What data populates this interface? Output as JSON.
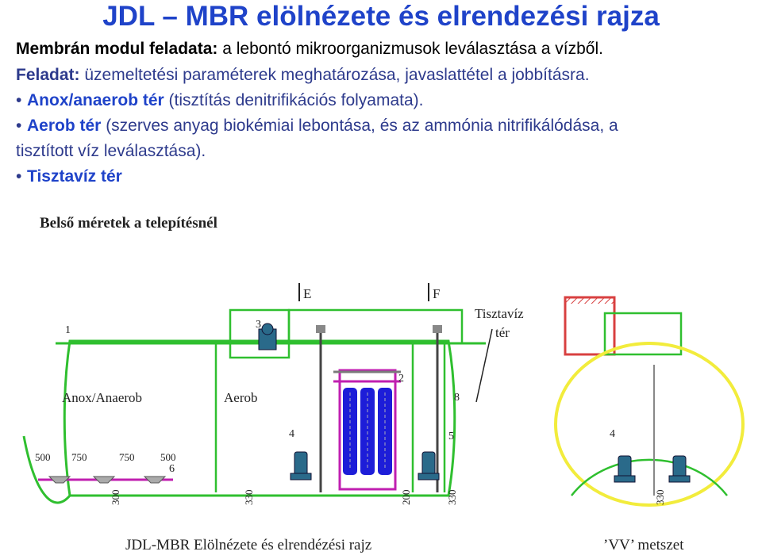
{
  "title": "JDL – MBR elölnézete és elrendezési rajza",
  "text": {
    "l1_bold": "Membrán modul feladata:",
    "l1_rest": " a lebontó mikroorganizmusok leválasztása a vízből.",
    "l2_bold": "Feladat:",
    "l2_rest": " üzemeltetési paraméterek meghatározása, javaslattétel a jobbításra.",
    "bullet": "•",
    "b1_bold": "Anox/anaerob tér",
    "b1_rest": " (tisztítás denitrifikációs folyamata).",
    "b2_bold": "Aerob tér",
    "b2_rest": " (szerves anyag biokémiai lebontása, és az ammónia nitrifikálódása, a",
    "b2_cont": "tisztított víz leválasztása).",
    "b3_bold": "Tisztavíz tér"
  },
  "diagram": {
    "header": "Belső méretek a telepítésnél",
    "label_anox": "Anox/Anaerob",
    "label_aerob": "Aerob",
    "label_tisztaviz_1": "Tisztavíz",
    "label_tisztaviz_2": "tér",
    "marker_e": "E",
    "marker_f": "F",
    "num_1": "1",
    "num_2": "2",
    "num_3": "3",
    "num_4a": "4",
    "num_4b": "4",
    "num_5": "5",
    "num_6": "6",
    "num_8": "8",
    "dim_500a": "500",
    "dim_750a": "750",
    "dim_750b": "750",
    "dim_500b": "500",
    "dim_300a": "300",
    "dim_330a": "330",
    "dim_200": "200",
    "dim_330b": "330",
    "dim_330c": "330",
    "caption_main": "JDL-MBR Elölnézete és elrendézési rajz",
    "caption_section": "’VV’ metszet"
  },
  "colors": {
    "title": "#1f43c9",
    "outline": "#2fbf2f",
    "membrane": "#1d1dd8",
    "frame": "#c01fb0",
    "section_circle": "#f2ec3c",
    "hatch": "#d84040"
  }
}
